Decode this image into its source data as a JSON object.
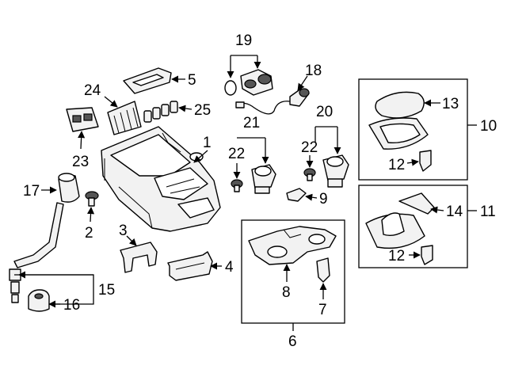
{
  "diagram": {
    "callouts": {
      "c1": "1",
      "c2": "2",
      "c3": "3",
      "c4": "4",
      "c5": "5",
      "c6": "6",
      "c7": "7",
      "c8": "8",
      "c9": "9",
      "c10": "10",
      "c11": "11",
      "c12a": "12",
      "c12b": "12",
      "c13": "13",
      "c14": "14",
      "c15": "15",
      "c16": "16",
      "c17": "17",
      "c18": "18",
      "c19": "19",
      "c20": "20",
      "c21": "21",
      "c22a": "22",
      "c22b": "22",
      "c23": "23",
      "c24": "24",
      "c25": "25"
    }
  }
}
